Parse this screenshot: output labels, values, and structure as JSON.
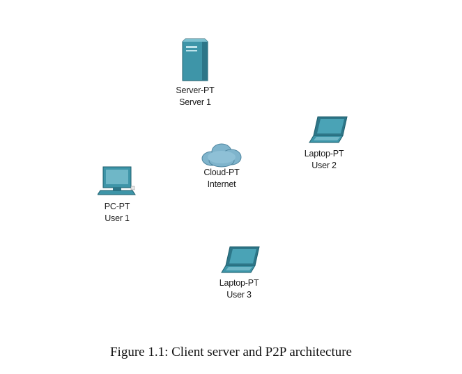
{
  "diagram": {
    "nodes": [
      {
        "id": "server1",
        "type_label": "Server-PT",
        "name_label": "Server 1",
        "icon": "server-icon"
      },
      {
        "id": "laptop2",
        "type_label": "Laptop-PT",
        "name_label": "User 2",
        "icon": "laptop-icon"
      },
      {
        "id": "cloud",
        "type_label": "Cloud-PT",
        "name_label": "Internet",
        "icon": "cloud-icon"
      },
      {
        "id": "pc1",
        "type_label": "PC-PT",
        "name_label": "User 1",
        "icon": "pc-icon"
      },
      {
        "id": "laptop3",
        "type_label": "Laptop-PT",
        "name_label": "User 3",
        "icon": "laptop-icon"
      }
    ],
    "caption": "Figure 1.1: Client server and P2P architecture"
  },
  "colors": {
    "device_main": "#3e95a8",
    "device_dark": "#1f5f6e",
    "device_light": "#8ccbd8",
    "cloud": "#7fb4cc"
  }
}
